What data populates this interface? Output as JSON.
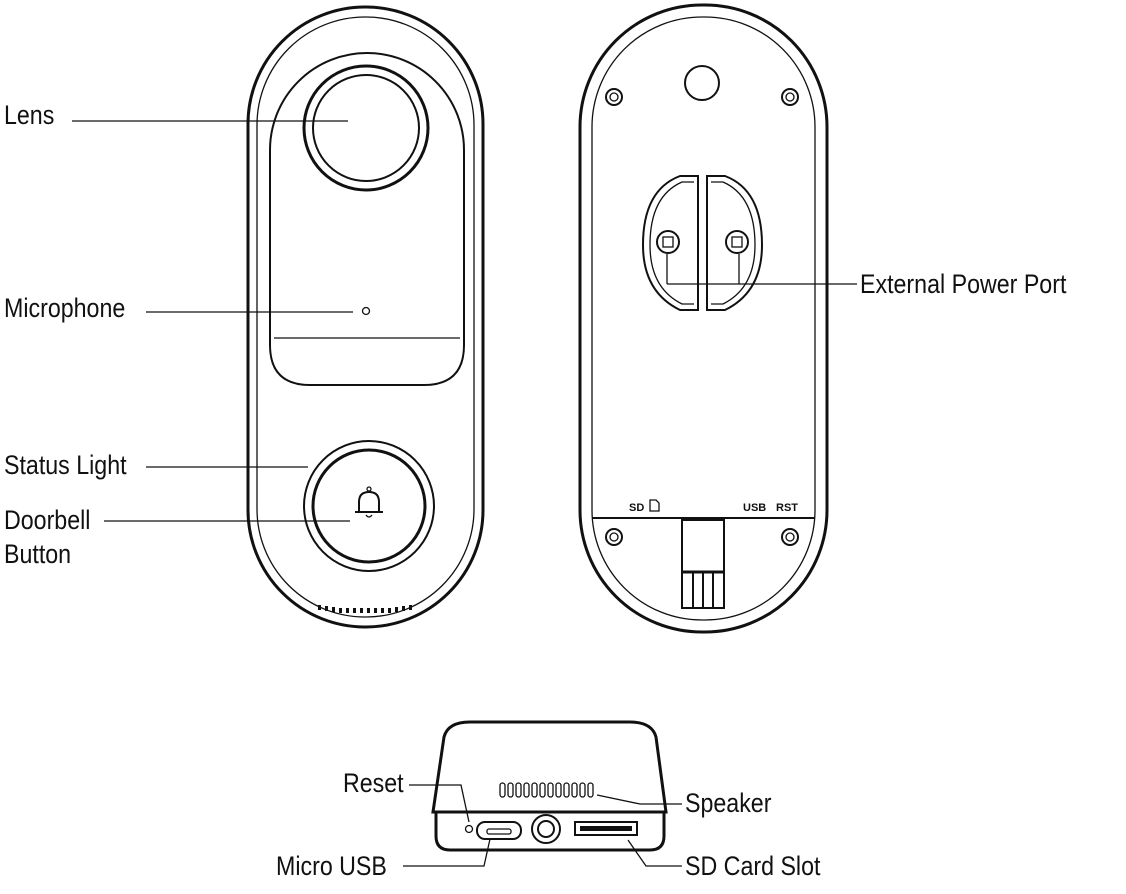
{
  "labels": {
    "lens": "Lens",
    "microphone": "Microphone",
    "status_light": "Status Light",
    "doorbell_button_line1": "Doorbell",
    "doorbell_button_line2": "Button",
    "external_power_port": "External Power Port",
    "reset": "Reset",
    "speaker": "Speaker",
    "micro_usb": "Micro USB",
    "sd_card_slot": "SD Card Slot"
  },
  "back_panel": {
    "sd_marking": "SD",
    "usb_marking": "USB",
    "rst_marking": "RST"
  },
  "icons": {
    "doorbell": "bell-icon",
    "sd": "sd-card-icon"
  }
}
